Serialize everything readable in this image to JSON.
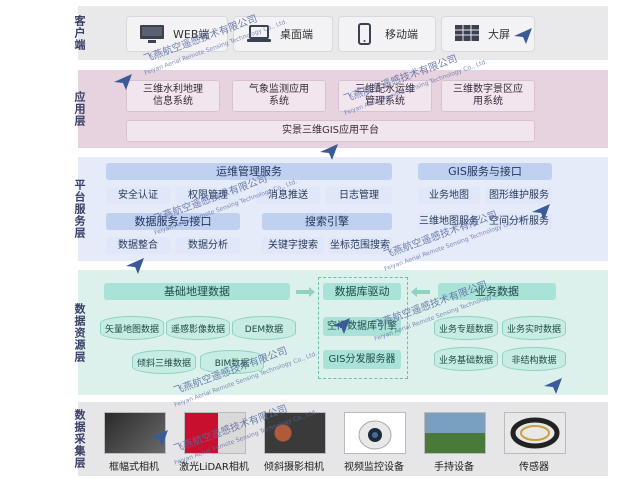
{
  "layers": {
    "client": "客户端",
    "app": "应用层",
    "platform": "平台服务层",
    "resource": "数据资源层",
    "collect": "数据采集层"
  },
  "client": {
    "items": [
      "WEB端",
      "桌面端",
      "移动端",
      "大屏"
    ]
  },
  "app": {
    "items": [
      "三维水利地理\n信息系统",
      "气象监测应用\n系统",
      "三维配水运维\n管理系统",
      "三维数字景区应\n用系统"
    ],
    "platform_bar": "实景三维GIS应用平台"
  },
  "platform": {
    "ops_title": "运维管理服务",
    "ops_items": [
      "安全认证",
      "权限管理",
      "消息推送",
      "日志管理"
    ],
    "data_title": "数据服务与接口",
    "data_items": [
      "数据整合",
      "数据分析"
    ],
    "search_title": "搜索引擎",
    "search_items": [
      "关键字搜索",
      "坐标范围搜索"
    ],
    "gis_title": "GIS服务与接口",
    "gis_items": [
      "业务地图",
      "图形维护服务",
      "三维地图服务",
      "空间分析服务"
    ]
  },
  "resource": {
    "base_title": "基础地理数据",
    "base_items": [
      "矢量地图数据",
      "遥感影像数据",
      "DEM数据",
      "倾斜三维数据",
      "BIM数据"
    ],
    "engine_title": "数据库驱动",
    "engine_items": [
      "空间数据库引擎",
      "GIS分发服务器"
    ],
    "biz_title": "业务数据",
    "biz_items": [
      "业务专题数据",
      "业务实时数据",
      "业务基础数据",
      "非结构数据"
    ]
  },
  "collect": {
    "items": [
      "框幅式相机",
      "激光LiDAR相机",
      "倾斜摄影相机",
      "视频监控设备",
      "手持设备",
      "传感器"
    ]
  },
  "watermark": {
    "cn": "飞燕航空遥感技术有限公司",
    "en": "Feiyan Aerial Remote Sensing Technology Co., Ltd."
  },
  "colors": {
    "client_band": "#e9e9ec",
    "app_band": "#e6d3df",
    "platform_band": "#e5ebf8",
    "resource_band": "#dcf1ec",
    "collect_band": "#e6e6e9"
  }
}
